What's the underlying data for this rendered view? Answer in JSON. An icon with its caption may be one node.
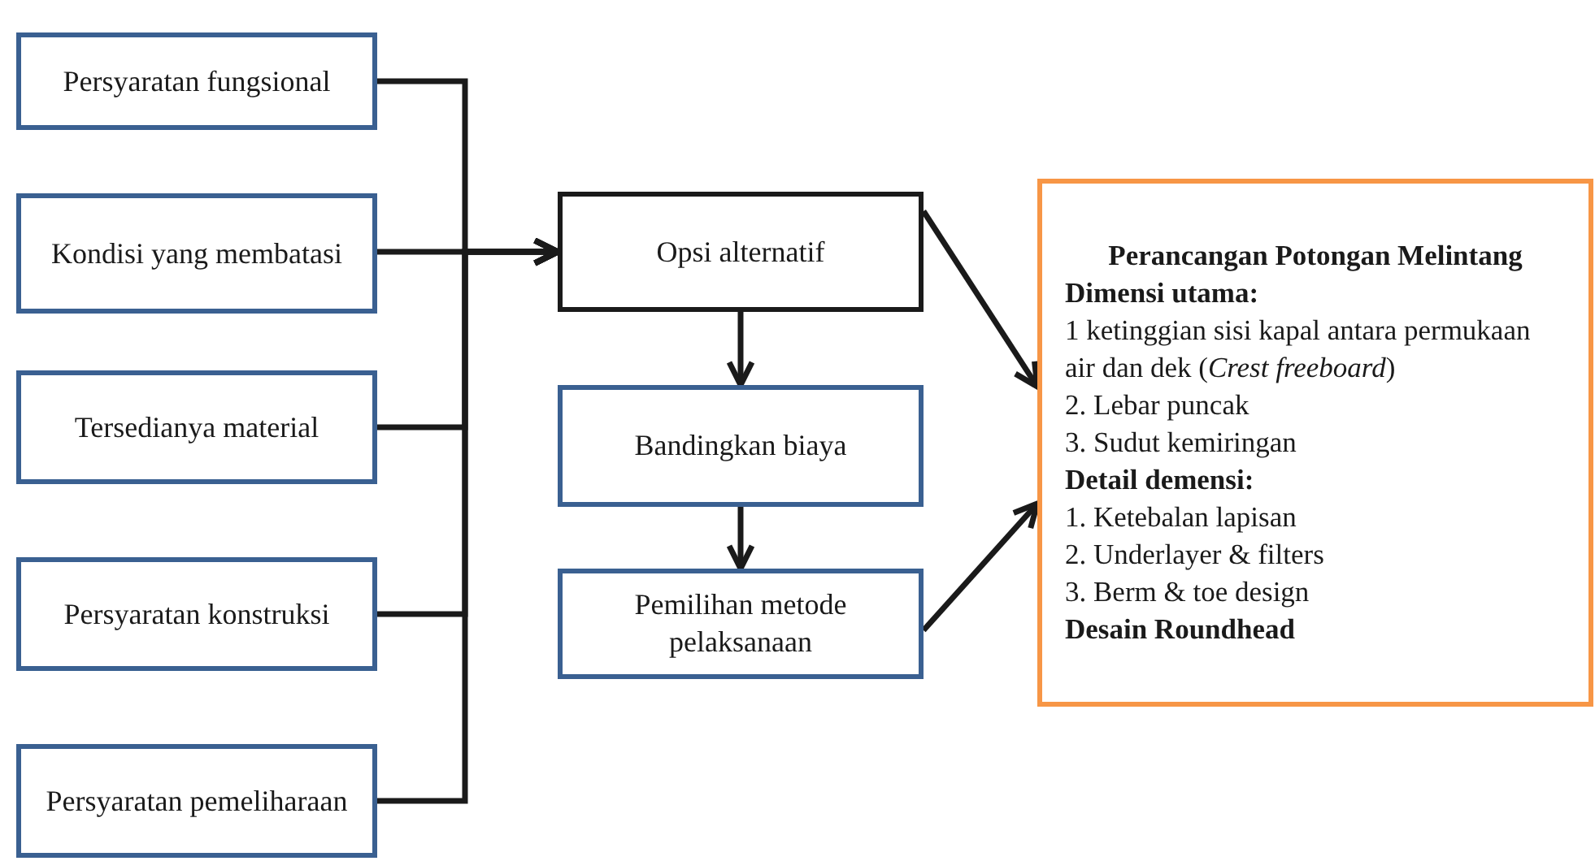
{
  "diagram": {
    "nodes": [
      {
        "text": [
          "Persyaratan fungsional"
        ]
      },
      {
        "text": [
          "Kondisi yang membatasi"
        ]
      },
      {
        "text": [
          "Tersedianya material"
        ]
      },
      {
        "text": [
          "Persyaratan konstruksi"
        ]
      },
      {
        "text": [
          "Persyaratan pemeliharaan"
        ]
      },
      {
        "text": [
          "Opsi alternatif"
        ]
      },
      {
        "text": [
          "Bandingkan biaya"
        ]
      },
      {
        "text": [
          "Pemilihan metode pelaksanaan"
        ]
      },
      {
        "text": [
          "Perancangan Potongan Melintang",
          "Dimensi utama:",
          "1 ketinggian sisi kapal antara permukaan air dan dek (*Crest freeboard*)",
          "2. Lebar puncak",
          "3. Sudut kemiringan",
          "Detail demensi:",
          "1. Ketebalan lapisan",
          "2. Underlayer & filters",
          "3. Berm & toe design",
          "Desain Roundhead"
        ]
      }
    ],
    "edges": [
      {
        "from": 0,
        "to": 5,
        "arrow": "to"
      },
      {
        "from": 1,
        "to": 5,
        "arrow": "to"
      },
      {
        "from": 2,
        "to": 5,
        "arrow": "to"
      },
      {
        "from": 3,
        "to": 5,
        "arrow": "to"
      },
      {
        "from": 4,
        "to": 5,
        "arrow": "to"
      },
      {
        "from": 5,
        "to": 6,
        "arrow": "to"
      },
      {
        "from": 6,
        "to": 7,
        "arrow": "to"
      },
      {
        "from": 5,
        "to": 8,
        "arrow": "to"
      },
      {
        "from": 7,
        "to": 8,
        "arrow": "to"
      }
    ]
  }
}
